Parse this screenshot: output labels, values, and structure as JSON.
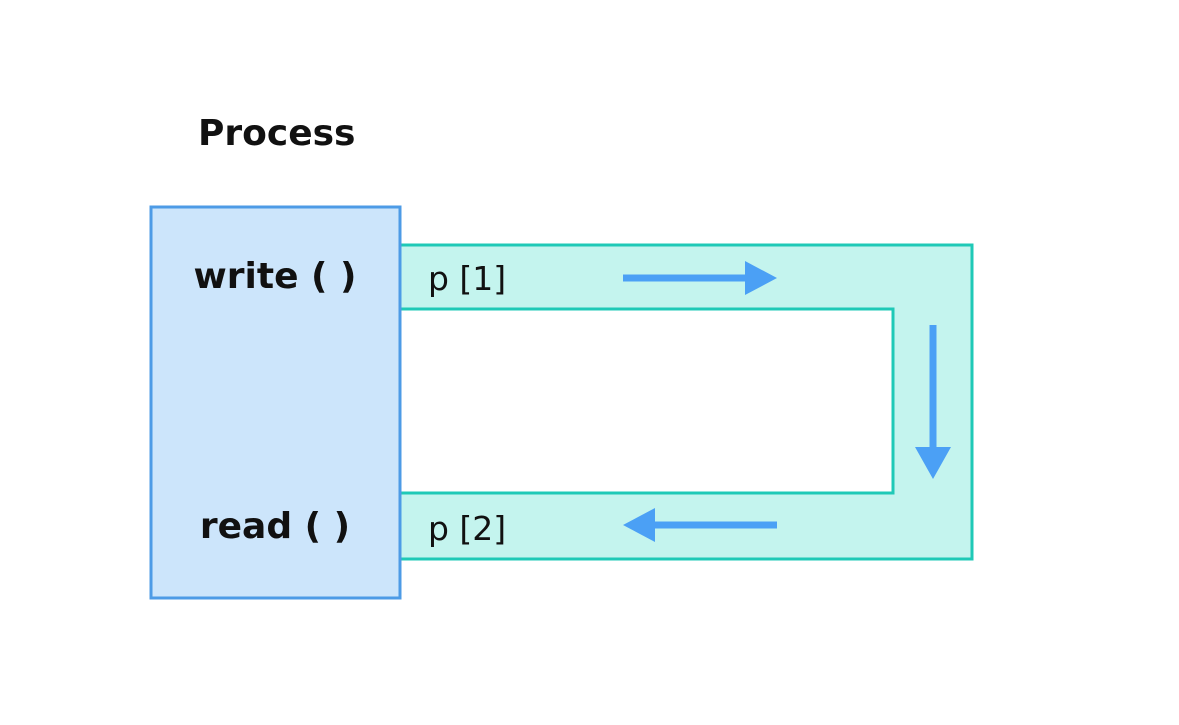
{
  "diagram": {
    "title": "Process",
    "process": {
      "write_label": "write ( )",
      "read_label": "read ( )"
    },
    "pipe": {
      "write_end_label": "p [1]",
      "read_end_label": "p [2]"
    },
    "colors": {
      "process_fill": "#cce5fb",
      "process_stroke": "#4d9be6",
      "pipe_fill": "#c4f4ee",
      "pipe_stroke": "#1fc9b7",
      "arrow": "#4ba0f5",
      "text": "#111111"
    }
  }
}
